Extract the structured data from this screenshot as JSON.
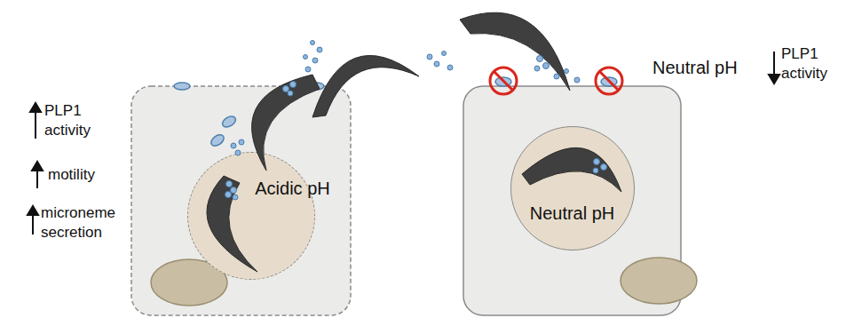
{
  "diagram": {
    "nodes": [
      {
        "text": [
          "Acidic pH"
        ]
      },
      {
        "text": [
          "Neutral pH"
        ]
      }
    ],
    "labels": [
      "PLP1 activity",
      "motility",
      "microneme secretion",
      "Neutral pH",
      "PLP1 activity"
    ]
  }
}
